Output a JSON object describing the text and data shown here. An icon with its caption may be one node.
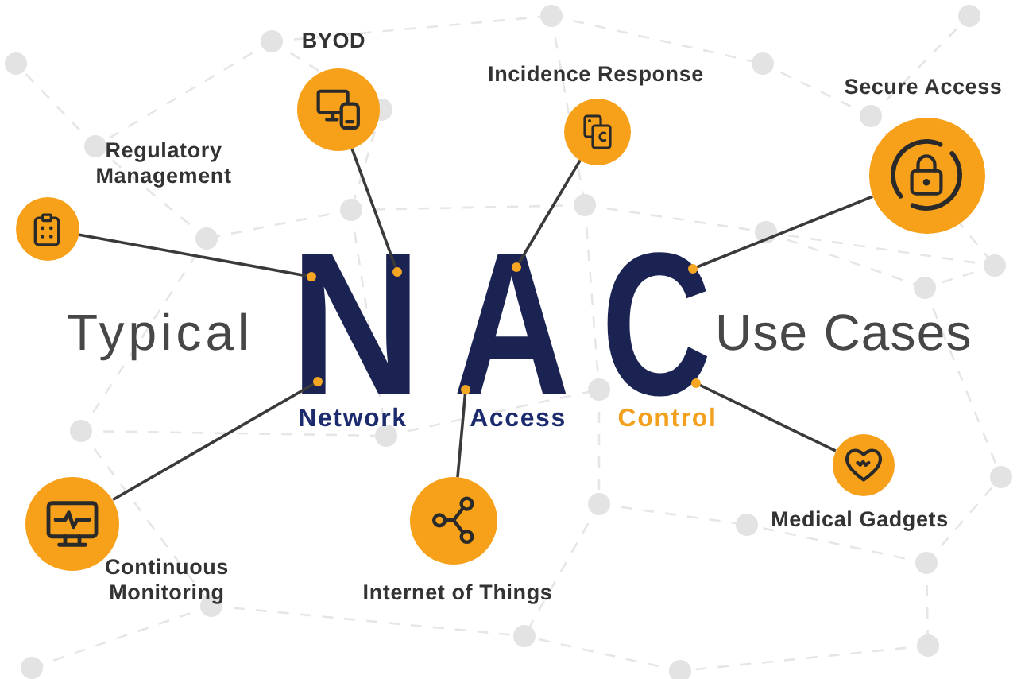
{
  "diagram": {
    "nodes": [
      {
        "text": [
          "BYOD"
        ]
      },
      {
        "text": [
          "Incidence Response"
        ]
      },
      {
        "text": [
          "Secure Access"
        ]
      },
      {
        "text": [
          "Regulatory Management"
        ]
      },
      {
        "text": [
          "N"
        ],
        "beside": [
          "Network"
        ]
      },
      {
        "text": [
          "A"
        ],
        "beside": [
          "Access"
        ]
      },
      {
        "text": [
          "C"
        ],
        "beside": [
          "Control"
        ]
      },
      {
        "text": [
          "Continuous Monitoring"
        ]
      },
      {
        "text": [
          "Internet of Things"
        ]
      },
      {
        "text": [
          "Medical Gadgets"
        ]
      }
    ],
    "edges": [
      {
        "from": 4,
        "to": 3,
        "arrow": "other"
      },
      {
        "from": 4,
        "to": 0,
        "arrow": "other"
      },
      {
        "from": 4,
        "to": 7,
        "arrow": "other"
      },
      {
        "from": 5,
        "to": 1,
        "arrow": "other"
      },
      {
        "from": 5,
        "to": 8,
        "arrow": "other"
      },
      {
        "from": 6,
        "to": 2,
        "arrow": "other"
      },
      {
        "from": 6,
        "to": 9,
        "arrow": "other"
      }
    ],
    "labels": [
      "Typical",
      "Use Cases"
    ]
  }
}
